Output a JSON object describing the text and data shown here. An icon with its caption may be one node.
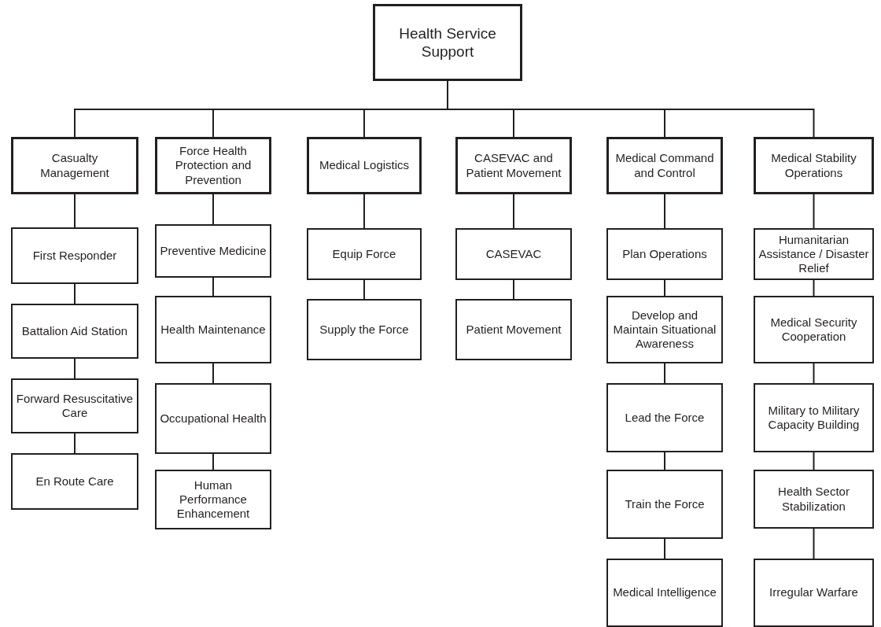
{
  "diagram": {
    "nodes": [
      {
        "text": [
          "Health Service Support"
        ]
      },
      {
        "text": [
          "Casualty Management"
        ]
      },
      {
        "text": [
          "First Responder"
        ]
      },
      {
        "text": [
          "Battalion Aid Station"
        ]
      },
      {
        "text": [
          "Forward Resuscitative Care"
        ]
      },
      {
        "text": [
          "En Route Care"
        ]
      },
      {
        "text": [
          "Force Health Protection and Prevention"
        ]
      },
      {
        "text": [
          "Preventive Medicine"
        ]
      },
      {
        "text": [
          "Health Maintenance"
        ]
      },
      {
        "text": [
          "Occupational Health"
        ]
      },
      {
        "text": [
          "Human Performance Enhancement"
        ]
      },
      {
        "text": [
          "Medical Logistics"
        ]
      },
      {
        "text": [
          "Equip Force"
        ]
      },
      {
        "text": [
          "Supply the Force"
        ]
      },
      {
        "text": [
          "CASEVAC and Patient Movement"
        ]
      },
      {
        "text": [
          "CASEVAC"
        ]
      },
      {
        "text": [
          "Patient Movement"
        ]
      },
      {
        "text": [
          "Medical Command and Control"
        ]
      },
      {
        "text": [
          "Plan Operations"
        ]
      },
      {
        "text": [
          "Develop and Maintain Situational Awareness"
        ]
      },
      {
        "text": [
          "Lead the Force"
        ]
      },
      {
        "text": [
          "Train the Force"
        ]
      },
      {
        "text": [
          "Medical Intelligence"
        ]
      },
      {
        "text": [
          "Medical Stability Operations"
        ]
      },
      {
        "text": [
          "Humanitarian Assistance / Disaster Relief"
        ]
      },
      {
        "text": [
          "Medical Security Cooperation"
        ]
      },
      {
        "text": [
          "Military to Military Capacity Building"
        ]
      },
      {
        "text": [
          "Health Sector Stabilization"
        ]
      },
      {
        "text": [
          "Irregular Warfare"
        ]
      }
    ],
    "edges": [
      {
        "from": 0,
        "to": 1,
        "arrow": "none"
      },
      {
        "from": 0,
        "to": 6,
        "arrow": "none"
      },
      {
        "from": 0,
        "to": 11,
        "arrow": "none"
      },
      {
        "from": 0,
        "to": 14,
        "arrow": "none"
      },
      {
        "from": 0,
        "to": 17,
        "arrow": "none"
      },
      {
        "from": 0,
        "to": 23,
        "arrow": "none"
      },
      {
        "from": 1,
        "to": 2,
        "arrow": "none"
      },
      {
        "from": 2,
        "to": 3,
        "arrow": "none"
      },
      {
        "from": 3,
        "to": 4,
        "arrow": "none"
      },
      {
        "from": 4,
        "to": 5,
        "arrow": "none"
      },
      {
        "from": 6,
        "to": 7,
        "arrow": "none"
      },
      {
        "from": 7,
        "to": 8,
        "arrow": "none"
      },
      {
        "from": 8,
        "to": 9,
        "arrow": "none"
      },
      {
        "from": 9,
        "to": 10,
        "arrow": "none"
      },
      {
        "from": 11,
        "to": 12,
        "arrow": "none"
      },
      {
        "from": 12,
        "to": 13,
        "arrow": "none"
      },
      {
        "from": 14,
        "to": 15,
        "arrow": "none"
      },
      {
        "from": 15,
        "to": 16,
        "arrow": "none"
      },
      {
        "from": 17,
        "to": 18,
        "arrow": "none"
      },
      {
        "from": 18,
        "to": 19,
        "arrow": "none"
      },
      {
        "from": 19,
        "to": 20,
        "arrow": "none"
      },
      {
        "from": 20,
        "to": 21,
        "arrow": "none"
      },
      {
        "from": 21,
        "to": 22,
        "arrow": "none"
      },
      {
        "from": 23,
        "to": 24,
        "arrow": "none"
      },
      {
        "from": 24,
        "to": 25,
        "arrow": "none"
      },
      {
        "from": 25,
        "to": 26,
        "arrow": "none"
      },
      {
        "from": 26,
        "to": 27,
        "arrow": "none"
      },
      {
        "from": 27,
        "to": 28,
        "arrow": "none"
      }
    ]
  }
}
